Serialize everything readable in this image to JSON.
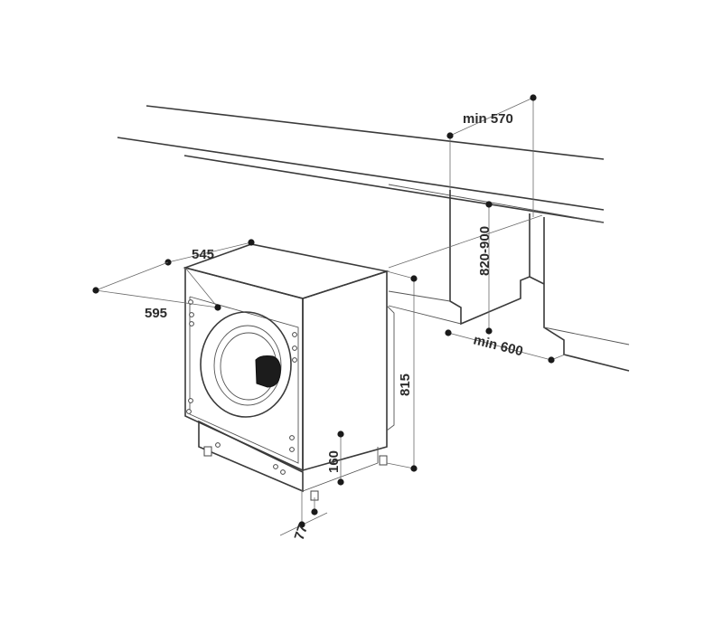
{
  "dimensions": {
    "depth_top": "545",
    "width": "595",
    "niche_height": "820-900",
    "min_depth": "min 570",
    "min_width": "min 600",
    "machine_height": "815",
    "plinth_height": "160",
    "plinth_depth": "77"
  },
  "colors": {
    "line": "#3a3a3a",
    "dot": "#1a1a1a",
    "door_handle": "#1c1c1c"
  }
}
